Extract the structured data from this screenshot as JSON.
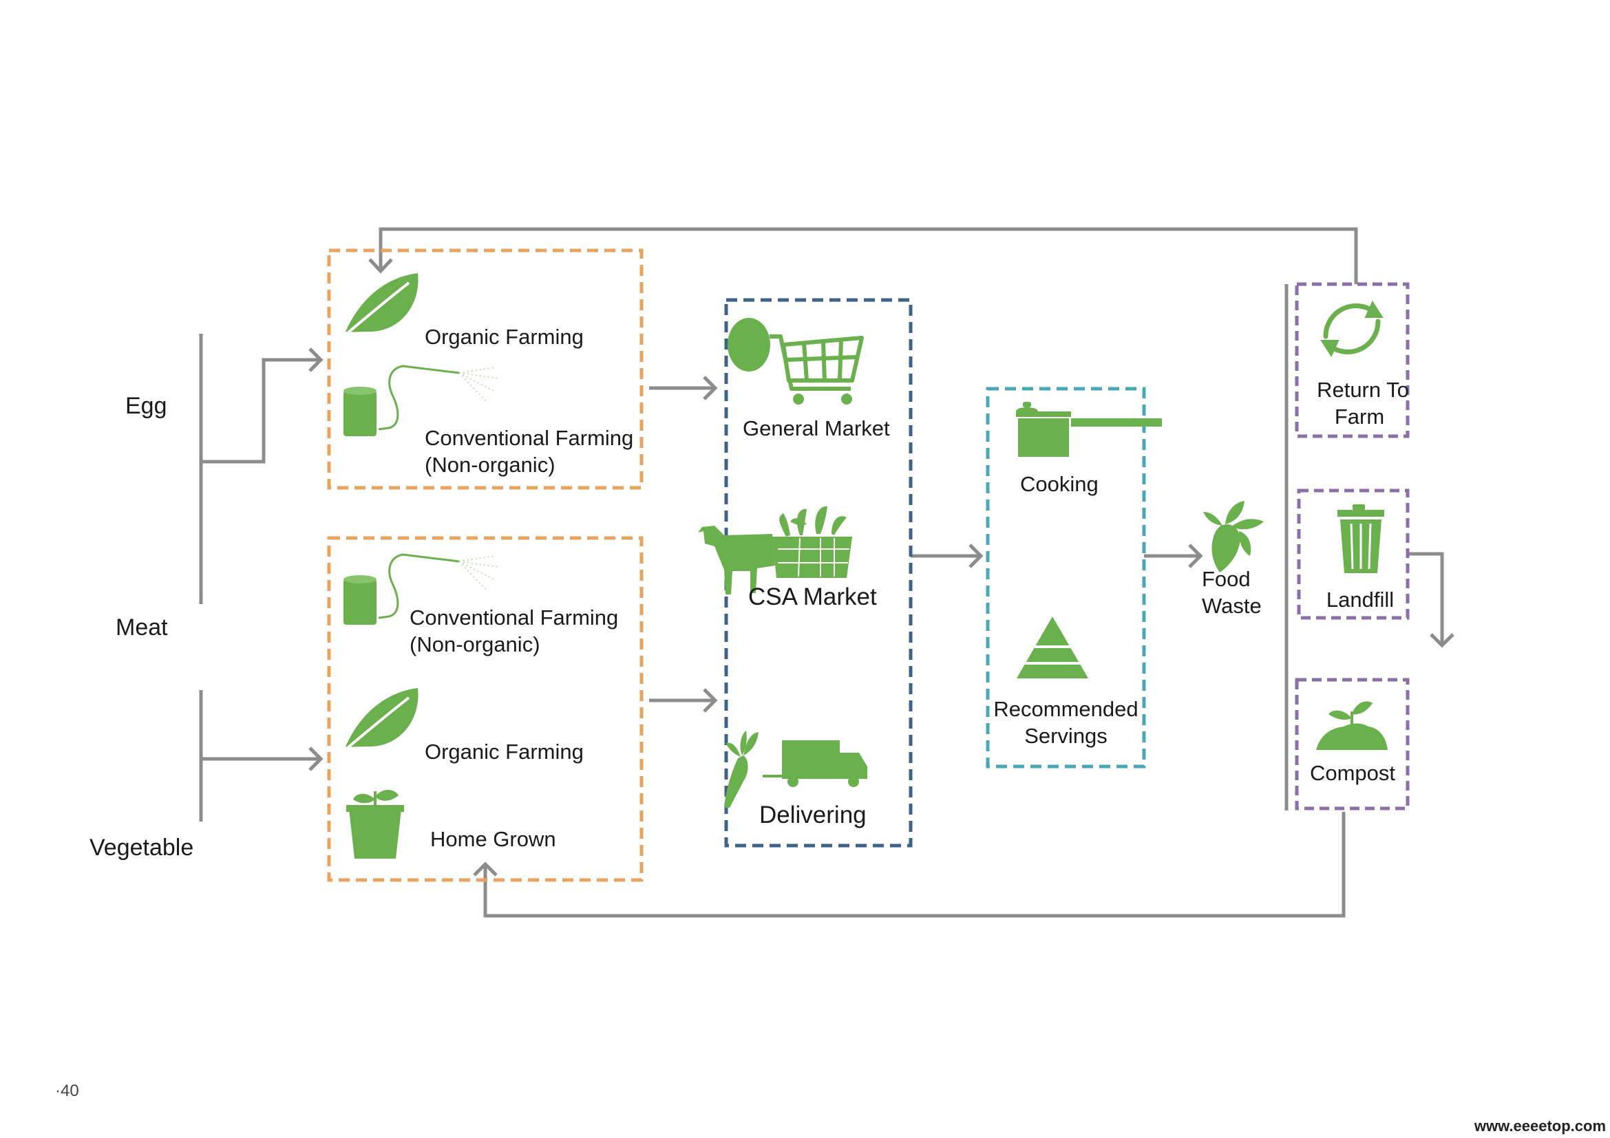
{
  "sources": {
    "egg": "Egg",
    "meat": "Meat",
    "vegetable": "Vegetable"
  },
  "farming_top": {
    "organic": "Organic Farming",
    "conventional_line1": "Conventional Farming",
    "conventional_line2": "(Non-organic)"
  },
  "farming_bottom": {
    "conventional_line1": "Conventional Farming",
    "conventional_line2": "(Non-organic)",
    "organic": "Organic Farming",
    "home_grown": "Home Grown"
  },
  "markets": {
    "general": "General Market",
    "csa": "CSA Market",
    "delivering": "Delivering"
  },
  "consumption": {
    "cooking": "Cooking",
    "servings_line1": "Recommended",
    "servings_line2": "Servings"
  },
  "waste": {
    "line1": "Food",
    "line2": "Waste"
  },
  "disposal": {
    "return_line1": "Return To",
    "return_line2": "Farm",
    "landfill": "Landfill",
    "compost": "Compost"
  },
  "page_number": "·40",
  "watermark": "www.eeeetop.com",
  "colors": {
    "icon_green": "#6ab04c",
    "arrow_gray": "#8c8c8c",
    "farming_border": "#e8a35f",
    "market_border": "#3d6389",
    "consumption_border": "#4aa7b8",
    "disposal_border": "#8a6fa8"
  },
  "icons": {
    "organic": "leaf-icon",
    "conventional": "watering-hose-icon",
    "home_grown": "potted-plant-icon",
    "general_market": "egg-shopping-cart-icon",
    "csa_market": "cow-vegetable-basket-icon",
    "delivering": "carrot-delivery-truck-icon",
    "cooking": "cooking-pot-icon",
    "servings": "food-pyramid-icon",
    "food_waste": "vegetable-icon",
    "return": "recycle-icon",
    "landfill": "trash-can-icon",
    "compost": "compost-sprout-icon"
  }
}
